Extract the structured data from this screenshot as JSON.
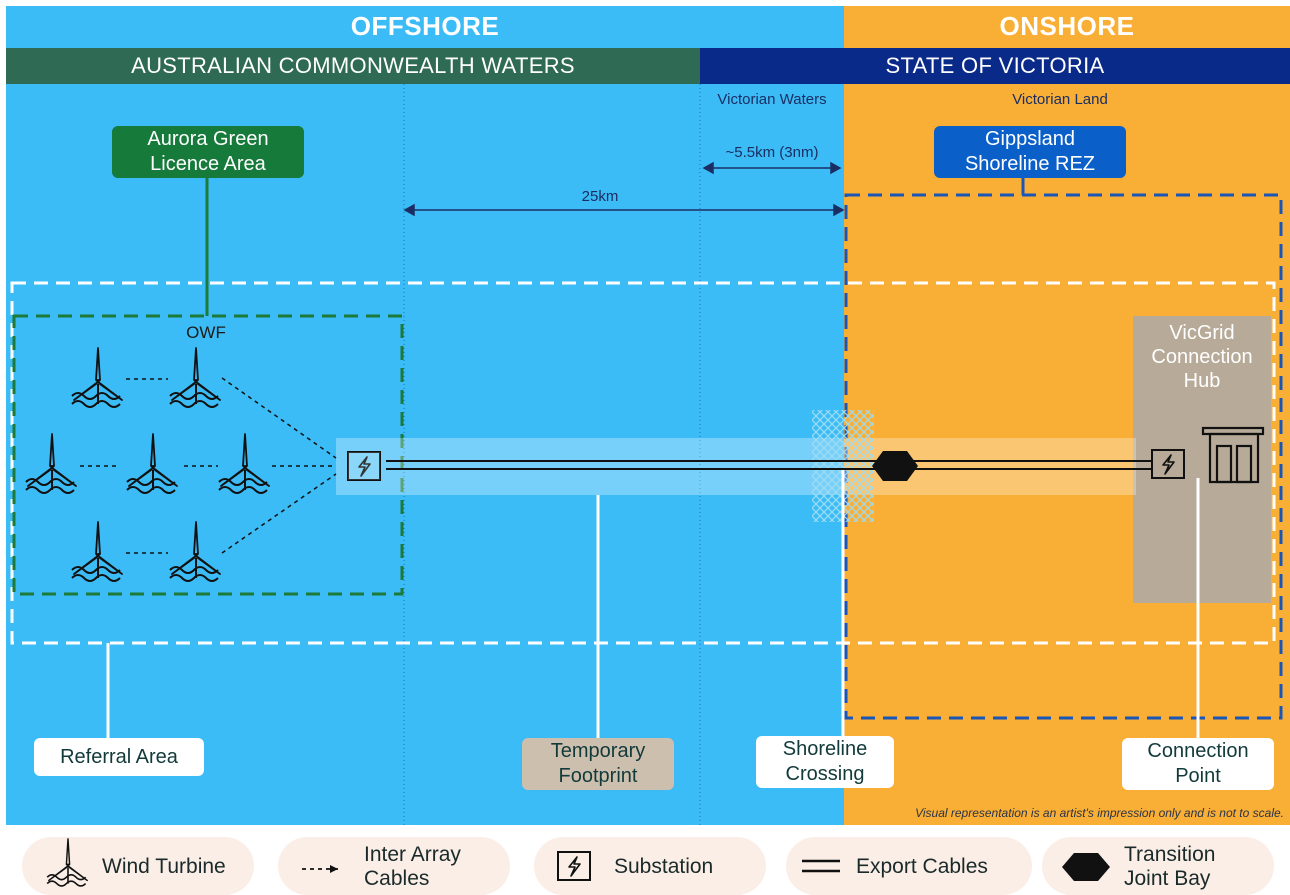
{
  "header": {
    "offshore": "OFFSHORE",
    "onshore": "ONSHORE",
    "commonwealth": "AUSTRALIAN COMMONWEALTH WATERS",
    "victoria": "STATE OF VICTORIA"
  },
  "subheaders": {
    "victorian_waters": "Victorian Waters",
    "victorian_land": "Victorian Land"
  },
  "distances": {
    "short": "~5.5km (3nm)",
    "long": "25km"
  },
  "tags": {
    "licence_line1": "Aurora Green",
    "licence_line2": "Licence Area",
    "rez_line1": "Gippsland",
    "rez_line2": "Shoreline REZ"
  },
  "owf_label": "OWF",
  "hub": {
    "line1": "VicGrid",
    "line2": "Connection",
    "line3": "Hub"
  },
  "callouts": {
    "referral": "Referral Area",
    "temporary_line1": "Temporary",
    "temporary_line2": "Footprint",
    "shoreline_line1": "Shoreline",
    "shoreline_line2": "Crossing",
    "connection_line1": "Connection",
    "connection_line2": "Point"
  },
  "disclaimer": "Visual representation is an artist's impression only and is not to scale.",
  "legend": {
    "wind_turbine": "Wind Turbine",
    "inter_array_line1": "Inter Array",
    "inter_array_line2": "Cables",
    "substation": "Substation",
    "export_cables": "Export Cables",
    "transition_line1": "Transition",
    "transition_line2": "Joint Bay"
  },
  "colors": {
    "offshore": "#3bbcf6",
    "onshore": "#f9ae35",
    "commonwealth_band": "#2f6a55",
    "victoria_band": "#0a2a8a",
    "licence_green": "#157a3a",
    "rez_blue": "#0a5fc9",
    "hub_grey": "#b7aa98"
  },
  "icons": {
    "turbine": "wind-turbine-icon",
    "substation": "substation-icon",
    "joint_bay": "hexagon-icon"
  }
}
